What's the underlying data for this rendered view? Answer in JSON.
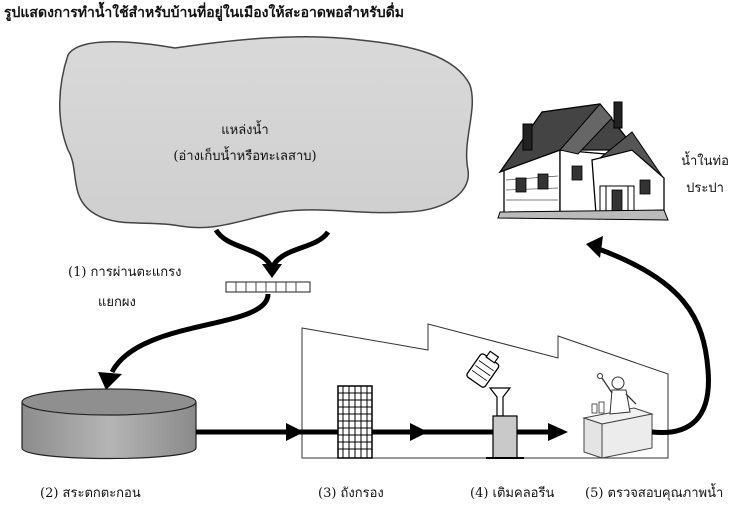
{
  "title": "รูปแสดงการทำน้ำใช้สำหรับบ้านที่อยู่ในเมืองให้สะอาดพอสำหรับดื่ม",
  "source": {
    "line1": "แหล่งน้ำ",
    "line2": "(อ่างเก็บน้ำหรือทะเลสาบ)"
  },
  "house": {
    "line1": "น้ำในท่อ",
    "line2": "ประปา"
  },
  "steps": [
    {
      "line1": "(1) การผ่านตะแกรง",
      "line2": "แยกผง"
    },
    {
      "label": "(2) สระตกตะกอน"
    },
    {
      "label": "(3) ถังกรอง"
    },
    {
      "label": "(4) เติมคลอรีน"
    },
    {
      "label": "(5) ตรวจสอบคุณภาพน้ำ"
    }
  ]
}
